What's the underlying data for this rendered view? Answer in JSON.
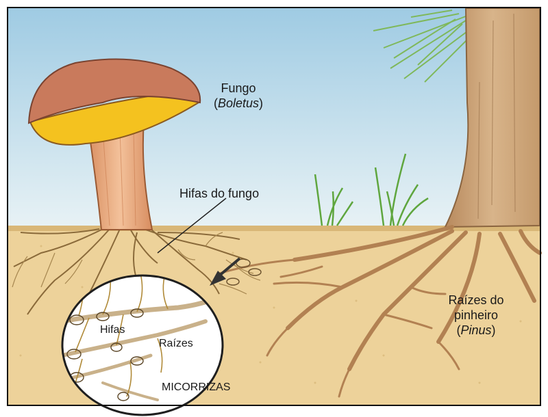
{
  "labels": {
    "fungus_name": "Fungo",
    "fungus_genus": "Boletus",
    "fungus_hyphae": "Hifas do fungo",
    "roots_line1": "Raízes do",
    "roots_line2": "pinheiro",
    "roots_genus": "Pinus",
    "inset_hyphae": "Hifas",
    "inset_roots": "Raízes",
    "inset_title": "MICORRIZAS"
  },
  "colors": {
    "sky": "#bcd9ea",
    "soil": "#edd29a",
    "cap_top": "#c97a5c",
    "cap_underside": "#f4c21f",
    "stem": "#e9a77a",
    "root": "#b9895a",
    "grass": "#6cab4a"
  }
}
